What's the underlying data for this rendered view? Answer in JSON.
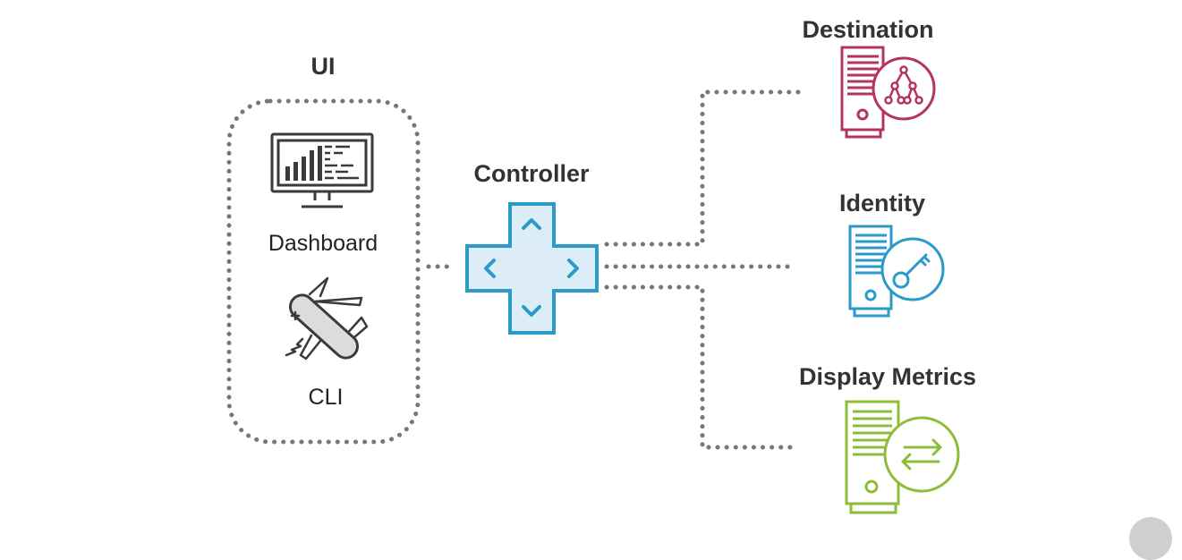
{
  "groups": {
    "ui": {
      "title": "UI"
    },
    "controller": {
      "title": "Controller"
    }
  },
  "nodes": {
    "dashboard": {
      "label": "Dashboard",
      "icon": "monitor-chart-icon"
    },
    "cli": {
      "label": "CLI",
      "icon": "swiss-army-knife-icon"
    },
    "destination": {
      "label": "Destination",
      "icon": "server-tree-icon",
      "color": "#b5345b"
    },
    "identity": {
      "label": "Identity",
      "icon": "server-key-icon",
      "color": "#2a9ac9"
    },
    "display_metrics": {
      "label": "Display Metrics",
      "icon": "server-exchange-icon",
      "color": "#8dbd3a"
    }
  },
  "controller_icon": {
    "name": "dpad-icon",
    "color": "#2a9ac9",
    "fill": "#dcedf7"
  },
  "connector_color": "#777777"
}
